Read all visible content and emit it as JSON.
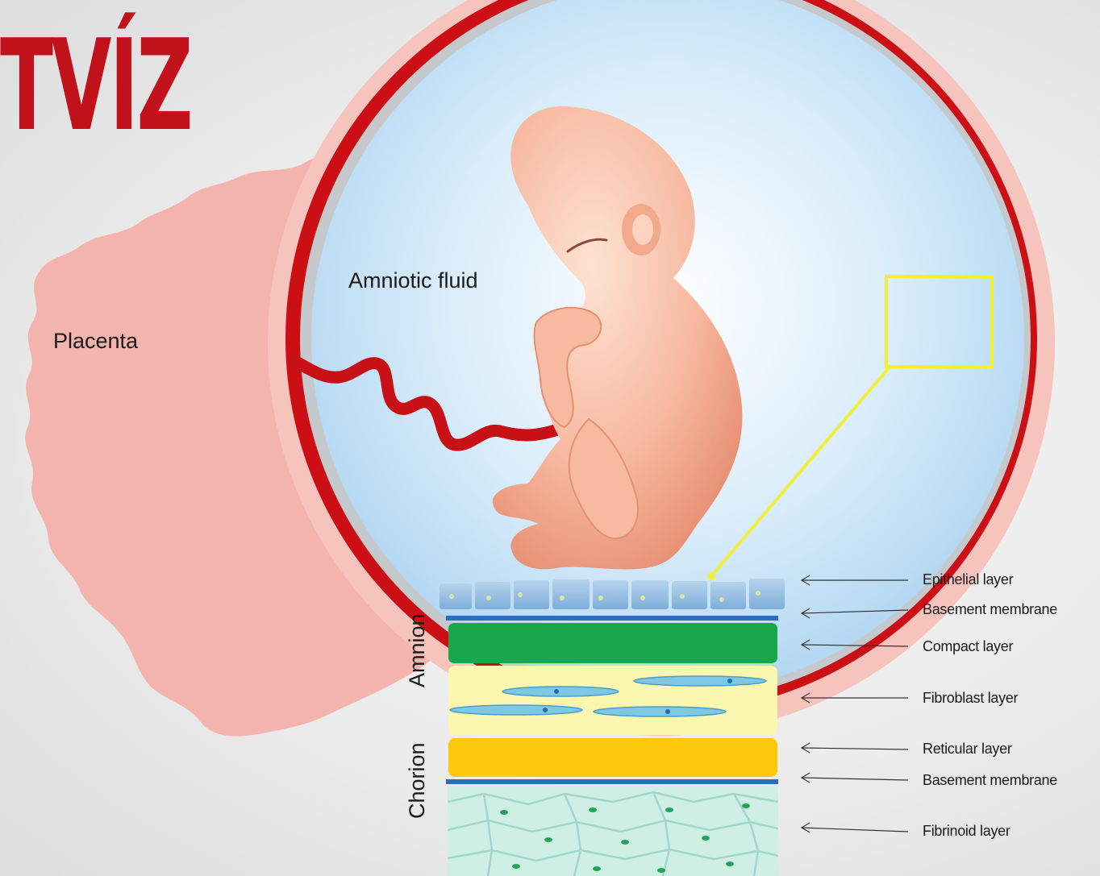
{
  "title": "TVÍZ",
  "labels": {
    "amniotic_fluid": "Amniotic fluid",
    "placenta": "Placenta",
    "amnion": "Amnion",
    "chorion": "Chorion"
  },
  "layers": [
    {
      "label": "Epithelial layer"
    },
    {
      "label": "Basement membrane"
    },
    {
      "label": "Compact layer"
    },
    {
      "label": "Fibroblast layer"
    },
    {
      "label": "Reticular layer"
    },
    {
      "label": "Basement membrane"
    },
    {
      "label": "Fibrinoid layer"
    }
  ],
  "colors": {
    "title": "#c1121c",
    "uterine_wall": "#cc0f14",
    "placenta": "#f4b4ae",
    "amniotic_fluid": "#bcdcf3",
    "compact_layer": "#1aa64a",
    "fibroblast_layer": "#fbf6b0",
    "reticular_layer": "#fbc80a",
    "basement_membrane": "#2a6fb8",
    "fibrinoid_layer": "#cfeee4",
    "highlight_box": "#f2ee3a"
  }
}
